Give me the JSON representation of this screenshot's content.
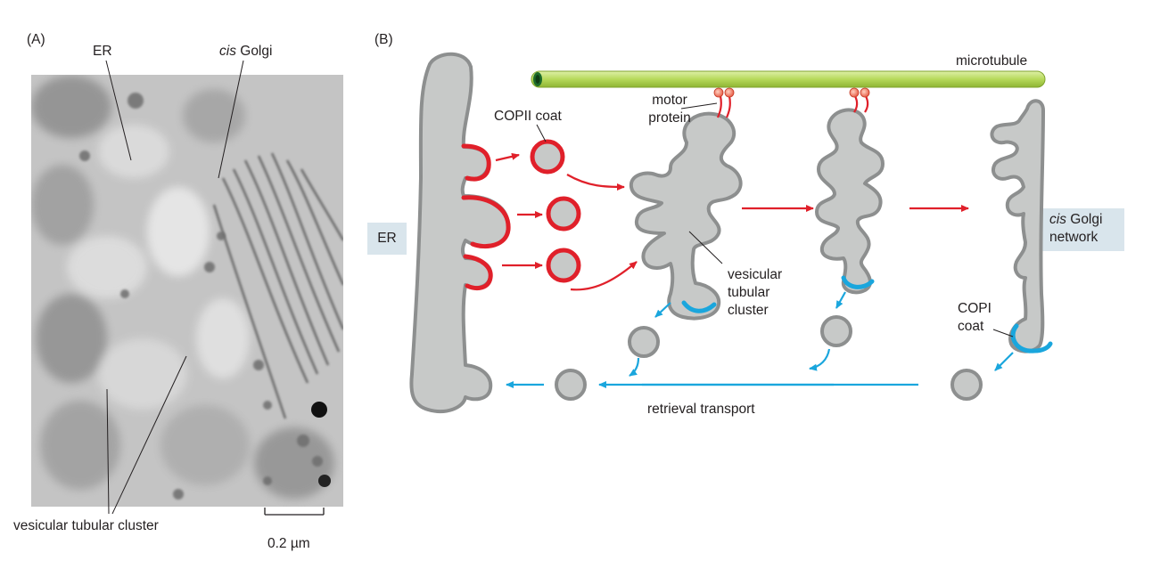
{
  "panel_a": {
    "panel_label": "(A)",
    "labels": {
      "er": "ER",
      "cis_italic": "cis",
      "golgi": " Golgi",
      "vtc": "vesicular tubular cluster",
      "scale_bar": "0.2 µm"
    }
  },
  "panel_b": {
    "panel_label": "(B)",
    "labels": {
      "microtubule": "microtubule",
      "motor_protein_1": "motor",
      "motor_protein_2": "protein",
      "copii_coat": "COPII coat",
      "er": "ER",
      "vtc_1": "vesicular",
      "vtc_2": "tubular",
      "vtc_3": "cluster",
      "cis_italic": "cis",
      "golgi": " Golgi",
      "network": "network",
      "copi_1": "COPI",
      "copi_2": "coat",
      "retrieval": "retrieval transport"
    },
    "colors": {
      "membrane_fill": "#c7c9c8",
      "membrane_stroke": "#8d8f8f",
      "copii": "#e0202a",
      "copi": "#1aa6dd",
      "microtubule": "#b6d95a",
      "label_box": "#d9e5ec"
    }
  }
}
